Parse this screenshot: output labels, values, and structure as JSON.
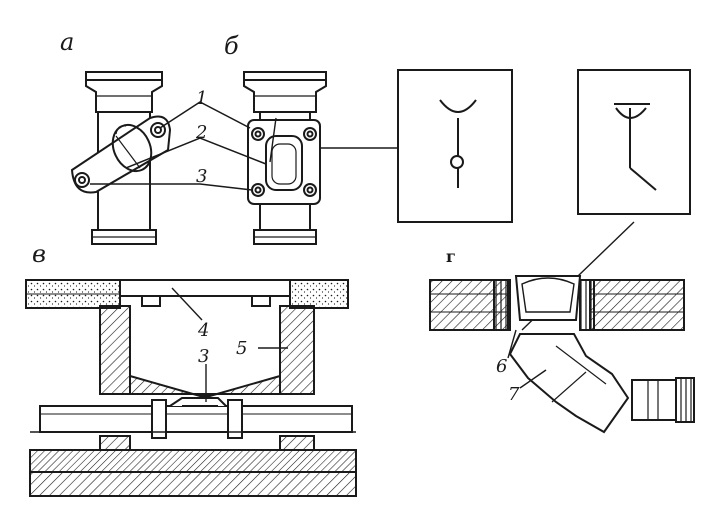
{
  "panels": {
    "a": "а",
    "b": "б",
    "v": "в",
    "g": "г"
  },
  "callouts": {
    "n1": "1",
    "n2": "2",
    "n3": "3",
    "n4": "4",
    "n3b": "3",
    "n5": "5",
    "n6": "6",
    "n7": "7"
  },
  "colors": {
    "ink": "#1a1a1a",
    "paper": "#ffffff"
  }
}
